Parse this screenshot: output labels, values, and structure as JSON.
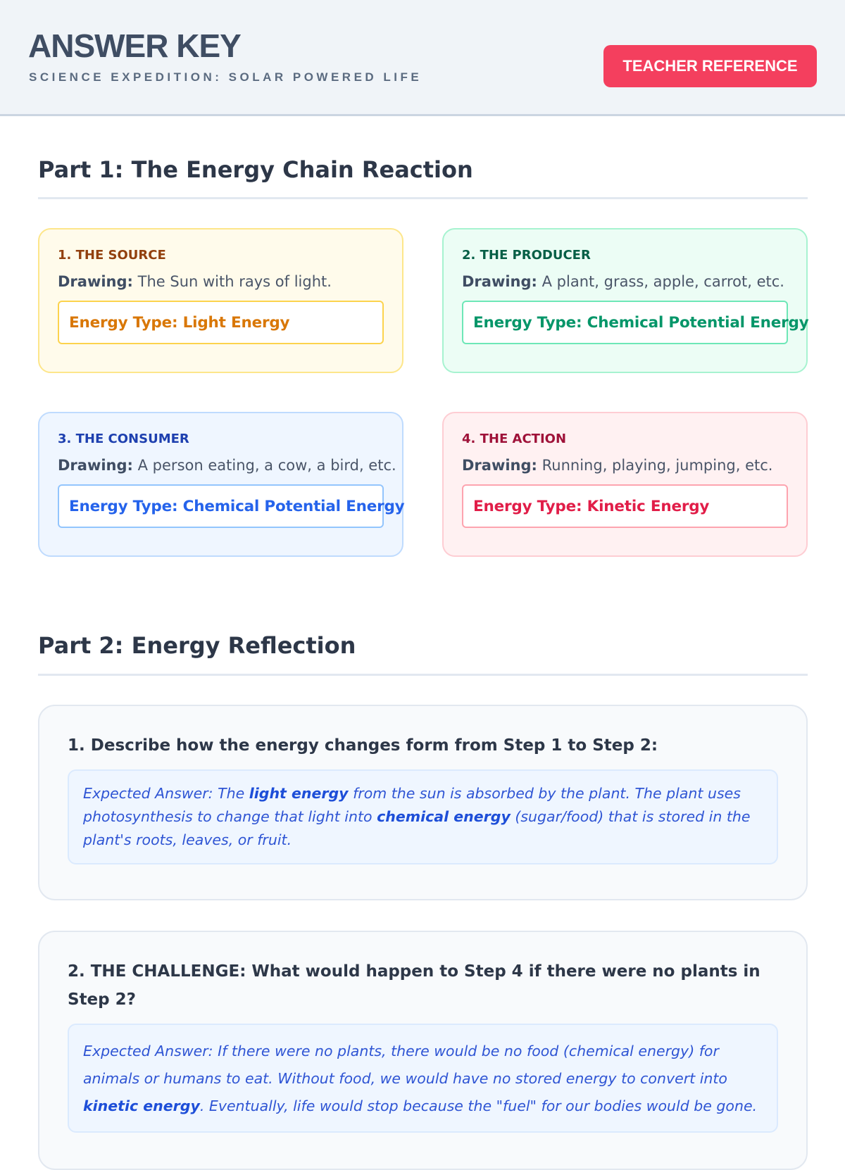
{
  "header": {
    "title": "ANSWER KEY",
    "subtitle": "SCIENCE EXPEDITION: SOLAR POWERED LIFE",
    "badge": "TEACHER REFERENCE"
  },
  "part1": {
    "heading": "Part 1: The Energy Chain Reaction",
    "drawing_label": "Drawing:",
    "cards": [
      {
        "label": "1. THE SOURCE",
        "drawing": "The Sun with rays of light.",
        "energy": "Energy Type: Light Energy"
      },
      {
        "label": "2. THE PRODUCER",
        "drawing": "A plant, grass, apple, carrot, etc.",
        "energy": "Energy Type: Chemical Potential Energy"
      },
      {
        "label": "3. THE CONSUMER",
        "drawing": "A person eating, a cow, a bird, etc.",
        "energy": "Energy Type: Chemical Potential Energy"
      },
      {
        "label": "4. THE ACTION",
        "drawing": "Running, playing, jumping, etc.",
        "energy": "Energy Type: Kinetic Energy"
      }
    ],
    "colors": {
      "source": "#d97706",
      "producer": "#059669",
      "consumer": "#2563eb",
      "action": "#e11d48"
    }
  },
  "part2": {
    "heading": "Part 2: Energy Reflection",
    "questions": [
      {
        "question": "1. Describe how the energy changes form from Step 1 to Step 2:",
        "answer": [
          "Expected Answer: The ",
          "light energy",
          " from the sun is absorbed by the plant. The plant uses photosynthesis to change that light into ",
          "chemical energy",
          " (sugar/food) that is stored in the plant's roots, leaves, or fruit."
        ]
      },
      {
        "question": "2. THE CHALLENGE: What would happen to Step 4 if there were no plants in Step 2?",
        "answer": [
          "Expected Answer: If there were no plants, there would be no food (chemical energy) for animals or humans to eat. Without food, we would have no stored energy to convert into ",
          "kinetic energy",
          ". Eventually, life would stop because the \"fuel\" for our bodies would be gone."
        ]
      }
    ]
  }
}
